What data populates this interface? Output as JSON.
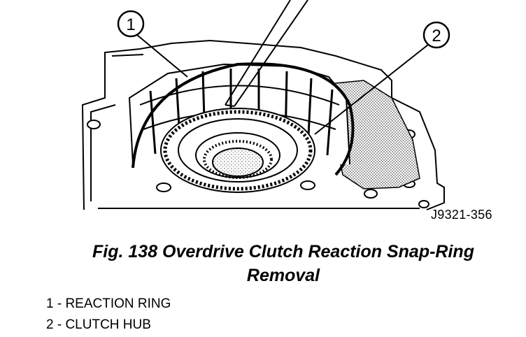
{
  "figure": {
    "callouts": [
      "1",
      "2"
    ],
    "id_label": "J9321-356",
    "caption_line1": "Fig. 138 Overdrive Clutch Reaction Snap-Ring",
    "caption_line2": "Removal"
  },
  "legend": {
    "items": [
      {
        "label": "1 - REACTION RING"
      },
      {
        "label": "2 - CLUTCH HUB"
      }
    ]
  }
}
